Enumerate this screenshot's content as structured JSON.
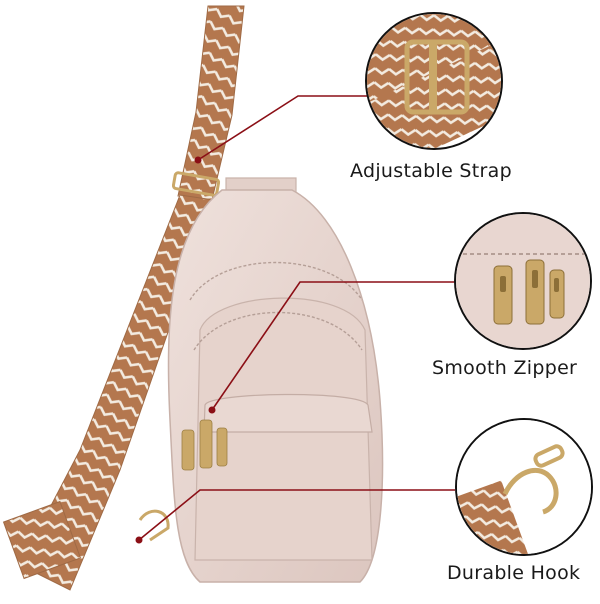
{
  "callouts": {
    "strap": {
      "label": "Adjustable Strap"
    },
    "zipper": {
      "label": "Smooth Zipper"
    },
    "hook": {
      "label": "Durable Hook"
    }
  },
  "colors": {
    "bag": "#e8d6d0",
    "bag_shadow": "#d7c1ba",
    "strap_brown": "#b4774e",
    "strap_cream": "#f3ebe0",
    "hardware_gold": "#caa868",
    "callout_line": "#8b0f16",
    "circle_border": "#111111"
  },
  "icons": {
    "strap": "strap-buckle-icon",
    "zipper": "zipper-pull-icon",
    "hook": "clasp-hook-icon"
  }
}
